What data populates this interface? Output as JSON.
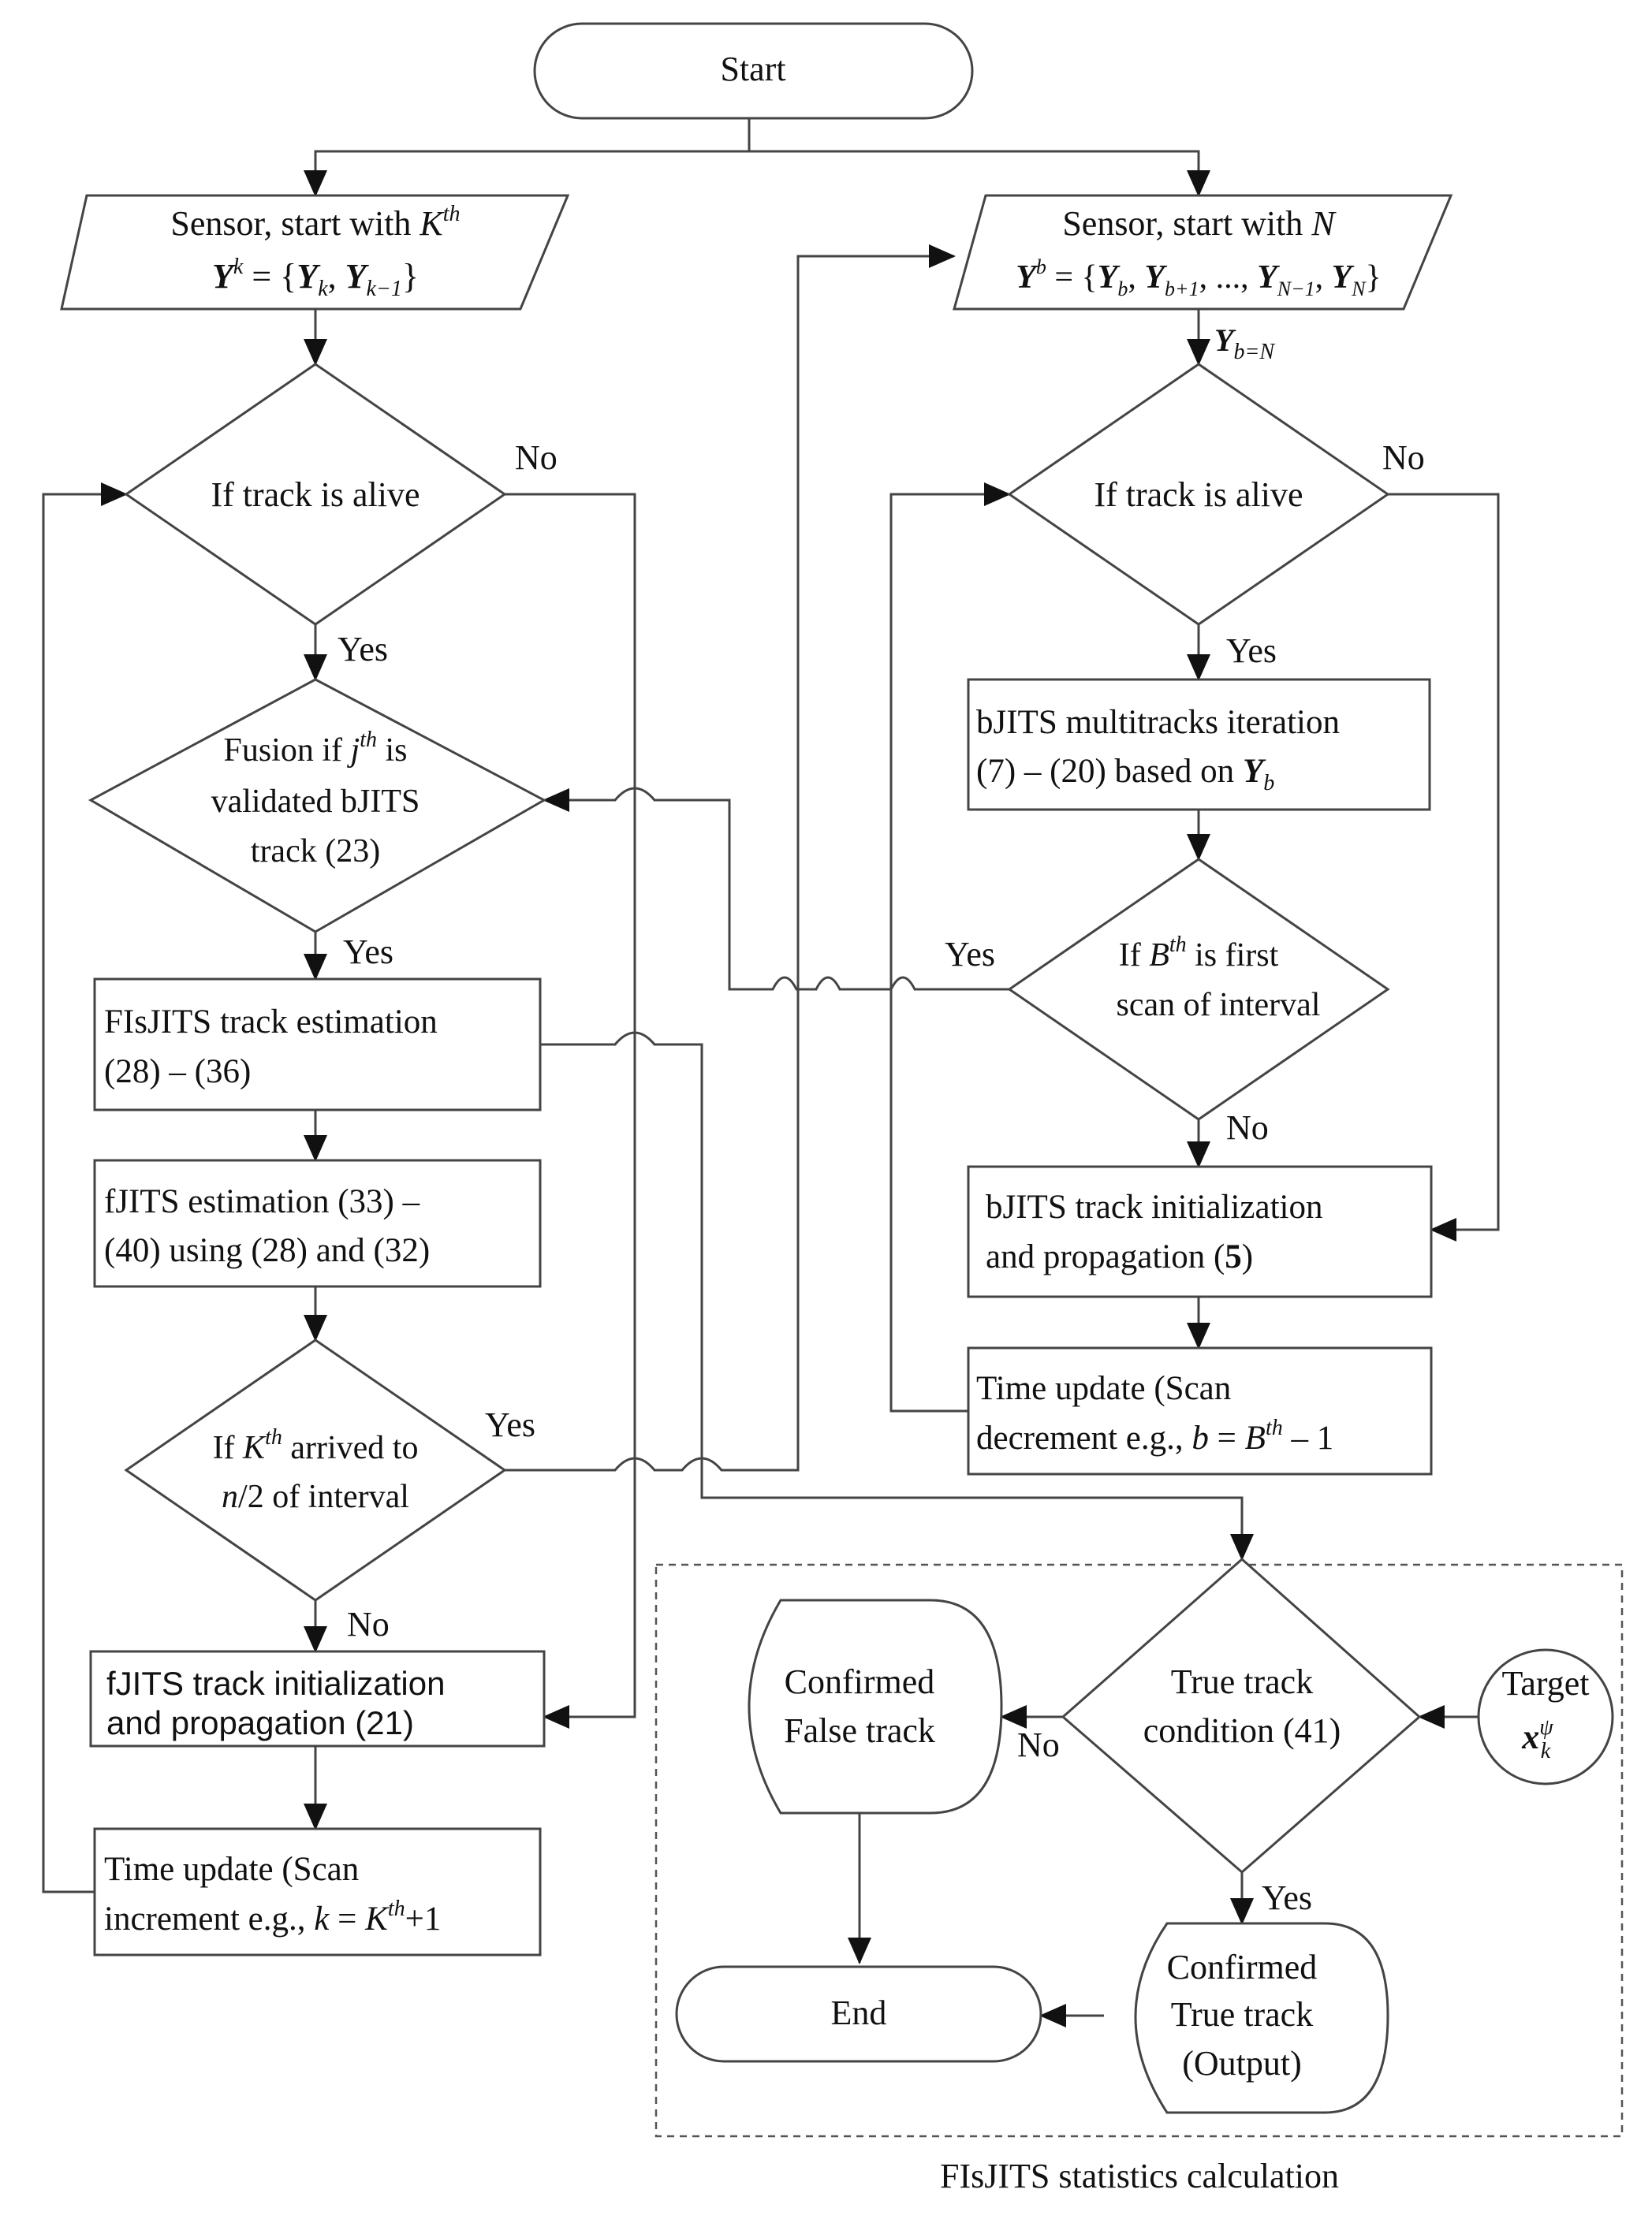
{
  "nodes": {
    "start": "Start",
    "left_sensor": {
      "line1_text": "Sensor, start with ",
      "line1_var": "K",
      "line1_sup": "th",
      "line2_lhs": "Y",
      "line2_lhs_sup": "k",
      "line2_eq": " = {",
      "line2_a": "Y",
      "line2_a_sub": "k",
      "line2_sep": ", ",
      "line2_b": "Y",
      "line2_b_sub": "k−1",
      "line2_close": "}"
    },
    "right_sensor": {
      "line1_text": "Sensor, start with ",
      "line1_var": "N",
      "line2_lhs": "Y",
      "line2_lhs_sup": "b",
      "line2_eq": " = {",
      "y1": "Y",
      "y1_sub": "b",
      "y2": "Y",
      "y2_sub": "b+1",
      "dots": ", ..., ",
      "y3": "Y",
      "y3_sub": "N−1",
      "y4": "Y",
      "y4_sub": "N",
      "line2_close": "}"
    },
    "yb_label": {
      "var": "Y",
      "sub": "b=N"
    },
    "left_alive": "If track is alive",
    "right_alive": "If track is alive",
    "fusion": {
      "line1_a": "Fusion if ",
      "line1_var": "j",
      "line1_sup": "th",
      "line1_b": " is",
      "line2": "validated bJITS",
      "line3": "track (23)"
    },
    "fisjits_est": {
      "line1": "FIsJITS track estimation",
      "line2": "(28) – (36)"
    },
    "fjits_est": {
      "line1": "fJITS estimation (33) –",
      "line2": "(40) using (28) and (32)"
    },
    "k_arrived": {
      "line1_a": "If ",
      "line1_var": "K",
      "line1_sup": "th",
      "line1_b": " arrived to",
      "line2_var": "n",
      "line2_b": "/2 of interval"
    },
    "fjits_init": {
      "line1": "fJITS track initialization",
      "line2": "and propagation (21)"
    },
    "left_time": {
      "line1": "Time update (Scan",
      "line2_a": "increment e.g., ",
      "line2_var1": "k",
      "line2_eq": " = ",
      "line2_var2": "K",
      "line2_sup": "th",
      "line2_b": "+1"
    },
    "bjits_iter": {
      "line1": "bJITS multitracks iteration",
      "line2_a": "(7) – (20) based on ",
      "line2_var": "Y",
      "line2_sub": "b"
    },
    "b_first": {
      "line1_a": "If ",
      "line1_var": "B",
      "line1_sup": "th",
      "line1_b": " is first",
      "line2": "scan of interval"
    },
    "bjits_init": {
      "line1": "bJITS track initialization",
      "line2": "and propagation (5)"
    },
    "right_time": {
      "line1": "Time update (Scan",
      "line2_a": "decrement e.g., ",
      "line2_var1": "b",
      "line2_eq": " = ",
      "line2_var2": "B",
      "line2_sup": "th",
      "line2_b": " – 1"
    },
    "true_cond": {
      "line1": "True track",
      "line2": "condition (41)"
    },
    "target": {
      "line1": "Target",
      "var": "x",
      "sub": "k",
      "sup": "ψ"
    },
    "false_track": {
      "line1": "Confirmed",
      "line2": "False track"
    },
    "true_track": {
      "line1": "Confirmed",
      "line2": "True track",
      "line3": "(Output)"
    },
    "end": "End"
  },
  "edge_labels": {
    "yes": "Yes",
    "no": "No"
  },
  "group_caption": "FIsJITS statistics calculation"
}
